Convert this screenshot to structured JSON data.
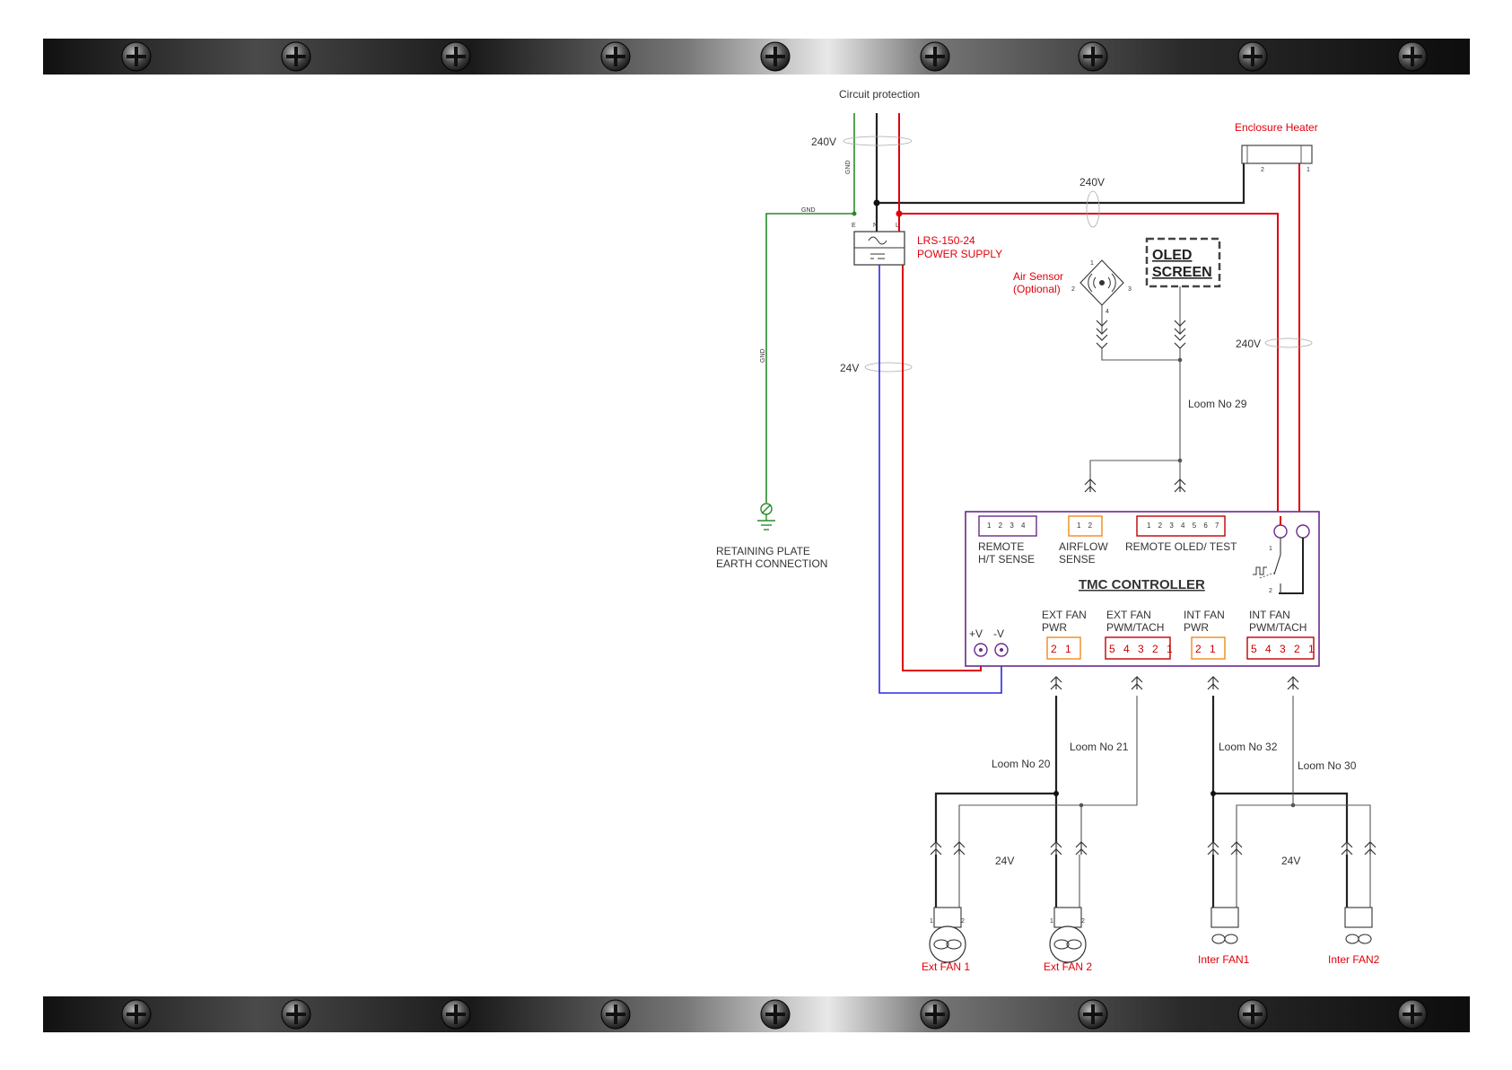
{
  "title": "Circuit protection",
  "voltages": {
    "mains_top": "240V",
    "mains_mid": "240V",
    "heater_feed": "240V",
    "psu_out": "24V",
    "ext_fans": "24V",
    "int_fans": "24V"
  },
  "gnd_labels": [
    "GND",
    "GND",
    "GND"
  ],
  "psu": {
    "line1": "LRS-150-24",
    "line2": "POWER SUPPLY",
    "terminals": [
      "E",
      "N",
      "L"
    ]
  },
  "heater": {
    "label": "Enclosure Heater",
    "pins": [
      "2",
      "1"
    ]
  },
  "air_sensor": {
    "line1": "Air Sensor",
    "line2": "(Optional)",
    "pins": [
      "1",
      "2",
      "3",
      "4"
    ]
  },
  "oled": {
    "line1": "OLED",
    "line2": "SCREEN"
  },
  "earth": {
    "line1": "RETAINING PLATE",
    "line2": "EARTH CONNECTION"
  },
  "looms": {
    "l29": "Loom No 29",
    "l20": "Loom No 20",
    "l21": "Loom No 21",
    "l32": "Loom No 32",
    "l30": "Loom No 30"
  },
  "controller": {
    "title": "TMC CONTROLLER",
    "remote_ht": {
      "pins": "1 2 3 4",
      "line1": "REMOTE",
      "line2": "H/T SENSE"
    },
    "airflow": {
      "pins": "1 2",
      "line1": "AIRFLOW",
      "line2": "SENSE"
    },
    "remote_oled": {
      "pins": "1 2 3 4 5 6 7",
      "label": "REMOTE OLED/ TEST"
    },
    "power": {
      "plus": "+V",
      "minus": "-V"
    },
    "ext_fan_pwr": {
      "line1": "EXT FAN",
      "line2": "PWR",
      "pins": "2 1"
    },
    "ext_fan_pwm": {
      "line1": "EXT FAN",
      "line2": "PWM/TACH",
      "pins": "5 4 3 2 1"
    },
    "int_fan_pwr": {
      "line1": "INT FAN",
      "line2": "PWR",
      "pins": "2 1"
    },
    "int_fan_pwm": {
      "line1": "INT FAN",
      "line2": "PWM/TACH",
      "pins": "5 4 3 2 1"
    },
    "relay_pins": [
      "1",
      "2"
    ]
  },
  "fans": [
    "Ext FAN 1",
    "Ext FAN 2",
    "Inter FAN1",
    "Inter FAN2"
  ],
  "fan_pins": [
    "1",
    "2"
  ],
  "colors": {
    "live": "#e0000b",
    "neutral": "#222222",
    "ground": "#2a8a2a",
    "dc_negative": "#2a2ae0",
    "controller_border": "#6a2a8a",
    "connector_orange": "#f08a1a",
    "connector_red": "#c00000"
  }
}
